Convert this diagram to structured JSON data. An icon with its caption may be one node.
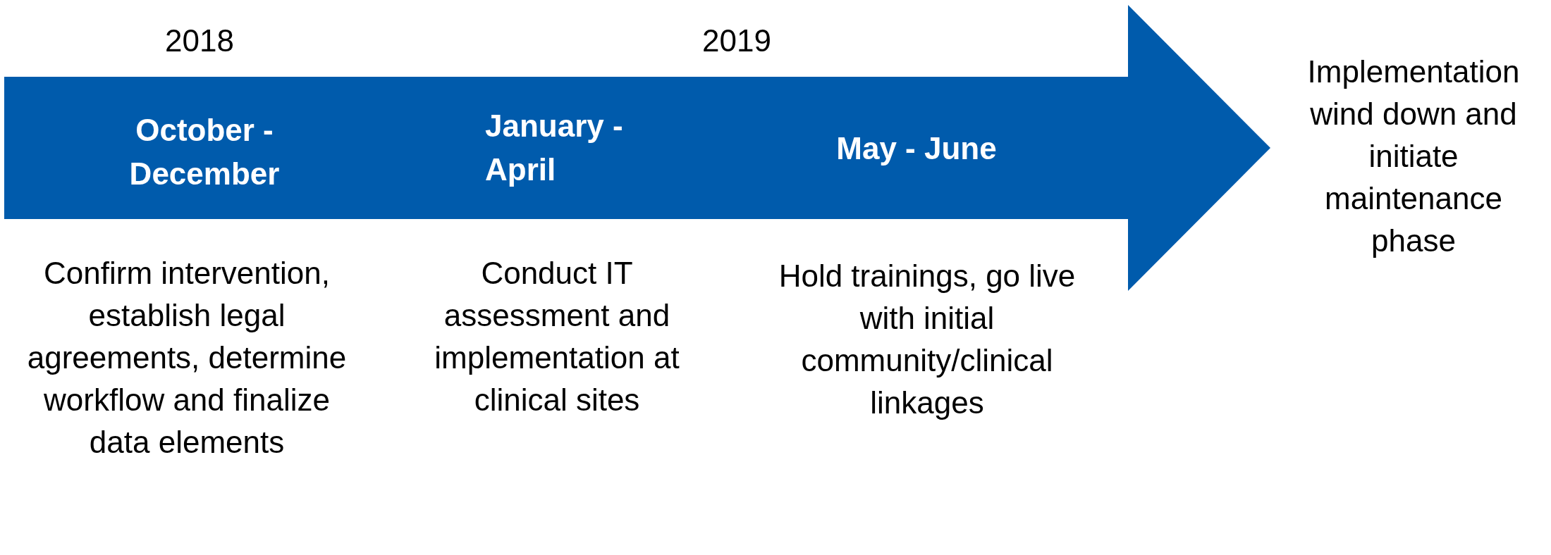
{
  "diagram": {
    "nodes": [
      {
        "text": [
          "October - December",
          "January - April",
          "May - June"
        ]
      }
    ],
    "labels": [
      "2018",
      "2019",
      "Implementation wind down and initiate maintenance phase",
      "Confirm intervention, establish legal agreements, determine workflow and finalize data elements",
      "Conduct IT assessment and implementation at clinical sites",
      "Hold trainings, go live with initial community/clinical linkages"
    ]
  }
}
